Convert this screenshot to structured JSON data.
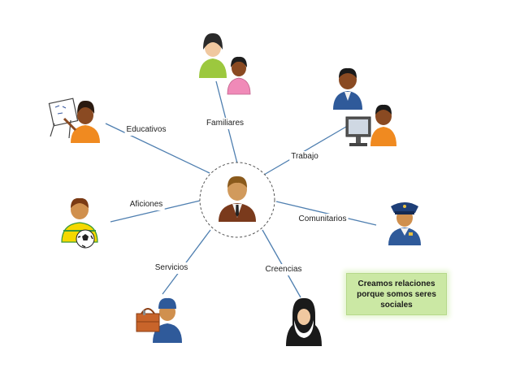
{
  "labels": {
    "familiares": "Familiares",
    "educativos": "Educativos",
    "trabajo": "Trabajo",
    "aficiones": "Aficiones",
    "comunitarios": "Comunitarios",
    "servicios": "Servicios",
    "creencias": "Creencias"
  },
  "note": {
    "text": "Creamos relaciones porque somos seres sociales"
  },
  "colors": {
    "connector": "#4f7fb0",
    "dashed_circle": "#555555",
    "note_bg": "#cbe8a4"
  },
  "icons": {
    "center": "businessman-icon",
    "familiares": "mother-daughter-icon",
    "educativos": "teacher-whiteboard-icon",
    "trabajo": "office-workers-computer-icon",
    "aficiones": "soccer-player-icon",
    "comunitarios": "police-officer-icon",
    "servicios": "technician-toolbox-icon",
    "creencias": "nun-icon"
  }
}
